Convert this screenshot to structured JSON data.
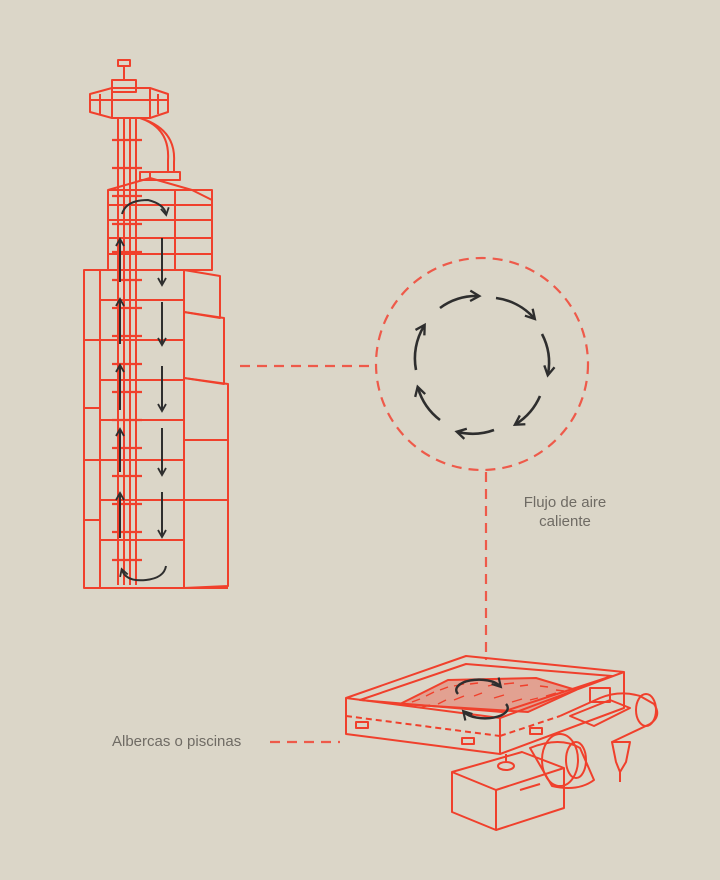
{
  "labels": {
    "airflow_line1": "Flujo de aire",
    "airflow_line2": "caliente",
    "pools": "Albercas o piscinas"
  },
  "colors": {
    "background": "#dbd6c8",
    "accent_red": "#f0402c",
    "dashed_red": "#ee5a4a",
    "dark_arrow": "#2e2e2e",
    "text_gray": "#6f6b64"
  },
  "icons": [
    "dryer-tower-icon",
    "airflow-circle-icon",
    "drying-pool-icon",
    "circular-arrow-icon"
  ]
}
